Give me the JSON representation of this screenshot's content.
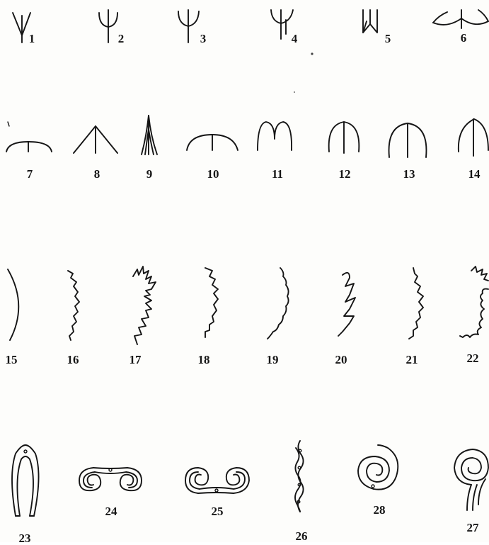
{
  "figures": [
    {
      "id": "1",
      "label": "1",
      "group": "trident"
    },
    {
      "id": "2",
      "label": "2",
      "group": "trident"
    },
    {
      "id": "3",
      "label": "3",
      "group": "trident"
    },
    {
      "id": "4",
      "label": "4",
      "group": "trident"
    },
    {
      "id": "5",
      "label": "5",
      "group": "trident"
    },
    {
      "id": "6",
      "label": "6",
      "group": "trident"
    },
    {
      "id": "7",
      "label": "7",
      "group": "arch"
    },
    {
      "id": "8",
      "label": "8",
      "group": "arch"
    },
    {
      "id": "9",
      "label": "9",
      "group": "arch"
    },
    {
      "id": "10",
      "label": "10",
      "group": "arch"
    },
    {
      "id": "11",
      "label": "11",
      "group": "arch"
    },
    {
      "id": "12",
      "label": "12",
      "group": "arch"
    },
    {
      "id": "13",
      "label": "13",
      "group": "arch"
    },
    {
      "id": "14",
      "label": "14",
      "group": "arch"
    },
    {
      "id": "15",
      "label": "15",
      "group": "edge"
    },
    {
      "id": "16",
      "label": "16",
      "group": "edge"
    },
    {
      "id": "17",
      "label": "17",
      "group": "edge"
    },
    {
      "id": "18",
      "label": "18",
      "group": "edge"
    },
    {
      "id": "19",
      "label": "19",
      "group": "edge"
    },
    {
      "id": "20",
      "label": "20",
      "group": "edge"
    },
    {
      "id": "21",
      "label": "21",
      "group": "edge"
    },
    {
      "id": "22",
      "label": "22",
      "group": "edge"
    },
    {
      "id": "23",
      "label": "23",
      "group": "ornament"
    },
    {
      "id": "24",
      "label": "24",
      "group": "ornament"
    },
    {
      "id": "25",
      "label": "25",
      "group": "ornament"
    },
    {
      "id": "26",
      "label": "26",
      "group": "ornament"
    },
    {
      "id": "28",
      "label": "28",
      "group": "ornament"
    },
    {
      "id": "27",
      "label": "27",
      "group": "ornament"
    }
  ],
  "colors": {
    "ink": "#151515",
    "paper": "#fdfdfb"
  }
}
